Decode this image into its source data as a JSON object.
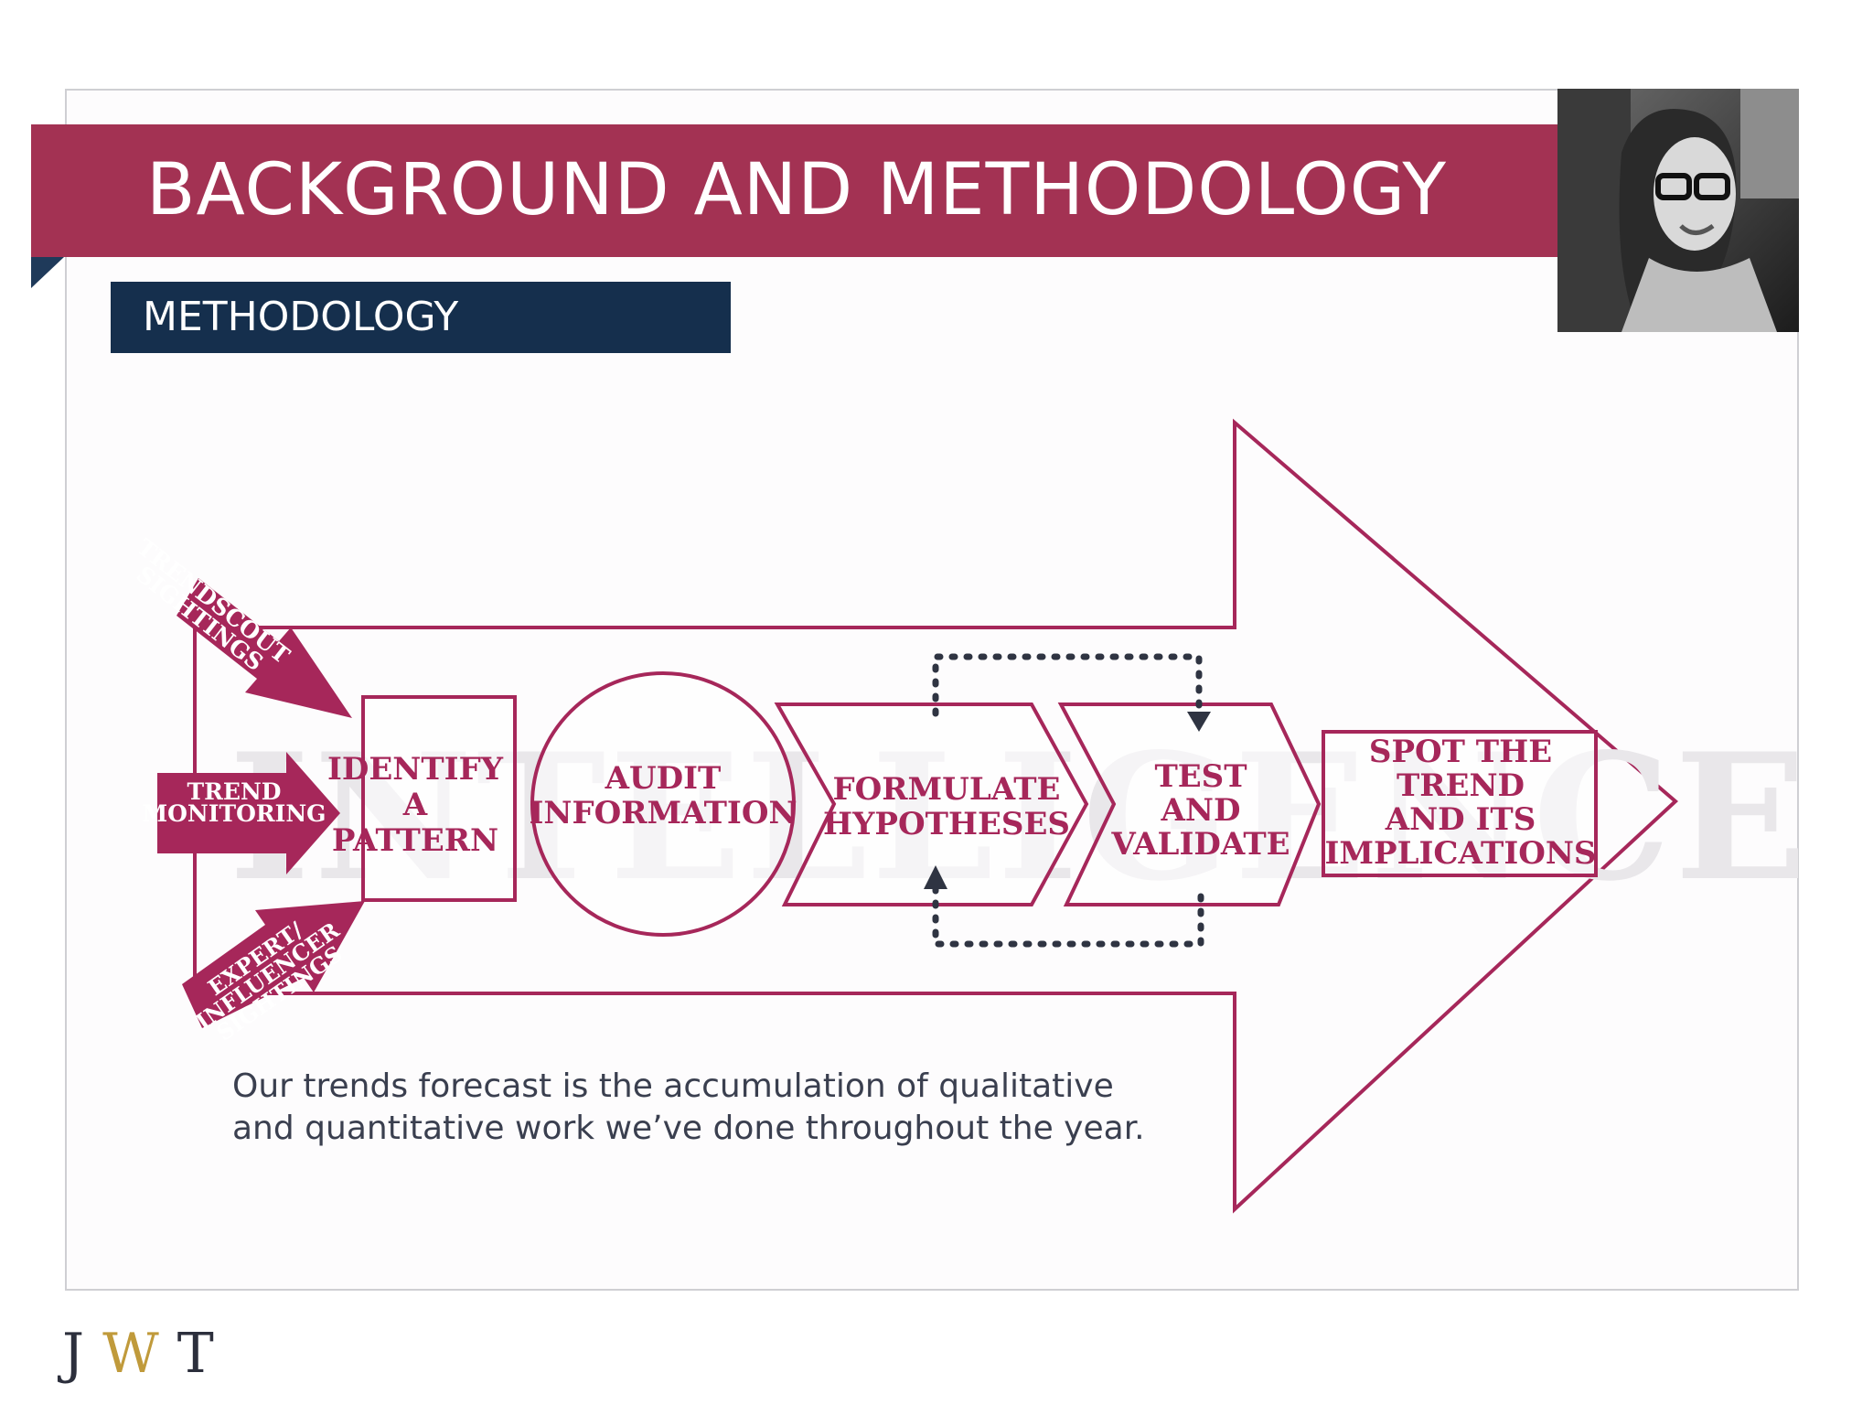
{
  "slide": {
    "title": "BACKGROUND AND METHODOLOGY",
    "section": "METHODOLOGY"
  },
  "diagram": {
    "background_word": "INTELLIGENCE",
    "inputs": [
      {
        "id": "trendscout",
        "lines": [
          "TRENDSCOUT",
          "SIGHTINGS"
        ]
      },
      {
        "id": "trend-monitoring",
        "lines": [
          "TREND",
          "MONITORING"
        ]
      },
      {
        "id": "expert",
        "lines": [
          "EXPERT/",
          "INFLUENCER",
          "SIGHTINGS"
        ]
      }
    ],
    "steps": [
      {
        "id": "identify-pattern",
        "lines": [
          "IDENTIFY",
          "A",
          "PATTERN"
        ]
      },
      {
        "id": "audit-information",
        "lines": [
          "AUDIT",
          "INFORMATION"
        ]
      },
      {
        "id": "formulate-hypotheses",
        "lines": [
          "FORMULATE",
          "HYPOTHESES"
        ]
      },
      {
        "id": "test-and-validate",
        "lines": [
          "TEST",
          "AND",
          "VALIDATE"
        ]
      },
      {
        "id": "spot-the-trend",
        "lines": [
          "SPOT THE",
          "TREND",
          "AND ITS",
          "IMPLICATIONS"
        ]
      }
    ],
    "colors": {
      "accent": "#a6275a",
      "navy": "#152f4d",
      "dotted": "#2f3442"
    }
  },
  "caption": {
    "line1": "Our trends forecast is the accumulation of qualitative",
    "line2": "and quantitative work we’ve done throughout the year."
  },
  "logo": {
    "j": "J",
    "w": "W",
    "t": "T"
  }
}
